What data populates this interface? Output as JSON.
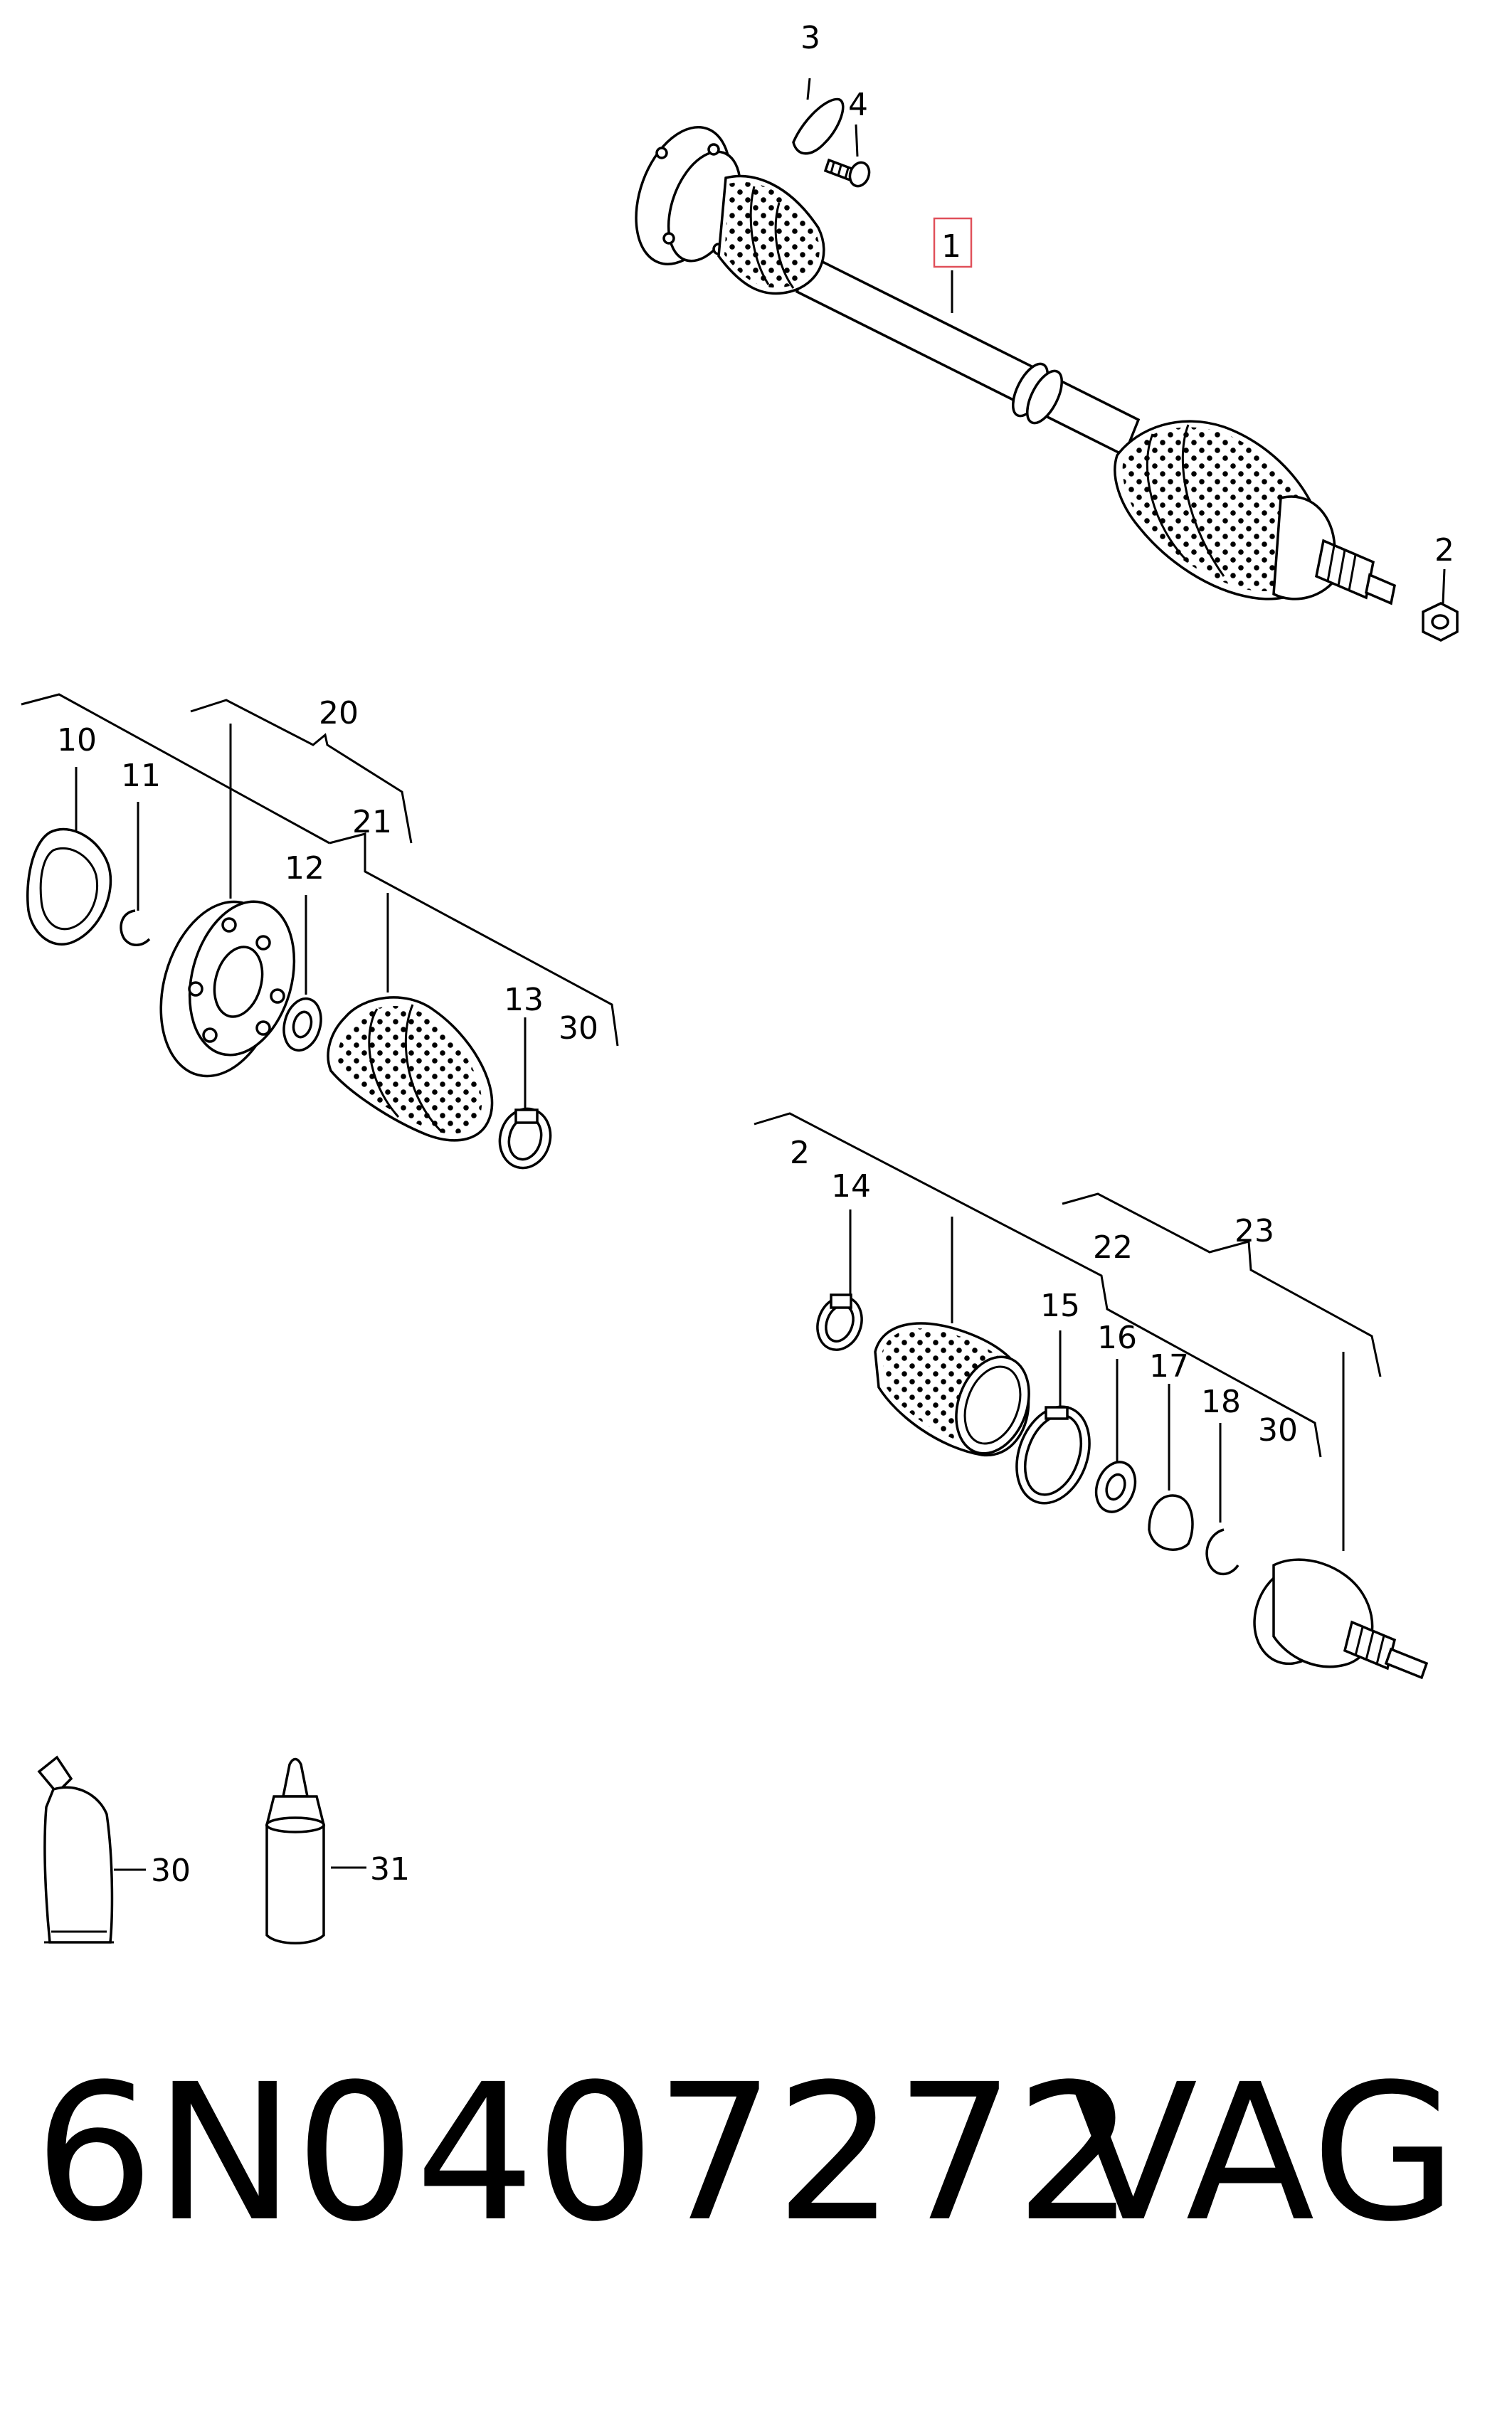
{
  "footer": {
    "part_number": "6N0407272",
    "brand": "VAG"
  },
  "callouts": {
    "c1": "1",
    "c2_nut": "2",
    "c3": "3",
    "c4": "4",
    "c20": "20",
    "c10": "10",
    "c11": "11",
    "c21": "21",
    "c12": "12",
    "c13": "13",
    "c30_inner": "30",
    "c2_outer": "2",
    "c14": "14",
    "c22": "22",
    "c23": "23",
    "c15": "15",
    "c16": "16",
    "c17": "17",
    "c18": "18",
    "c30_outer": "30",
    "c30_tube": "30",
    "c31_bottle": "31"
  },
  "colors": {
    "highlight": "#e0505a",
    "ink": "#000000",
    "background": "#ffffff"
  }
}
